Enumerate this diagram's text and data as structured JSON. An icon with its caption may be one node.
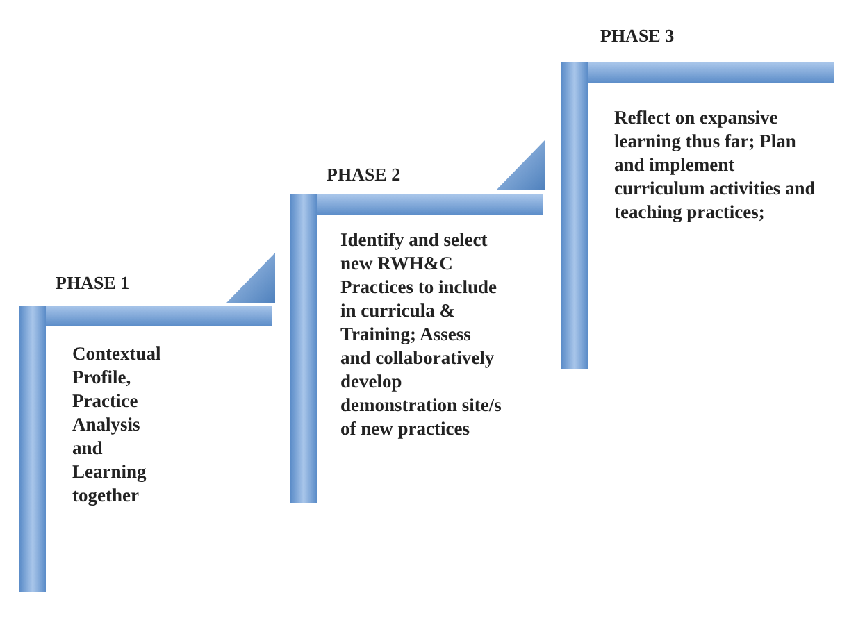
{
  "diagram": {
    "nodes": [
      {
        "text": [
          "PHASE 1",
          "Contextual Profile, Practice Analysis and Learning together"
        ]
      },
      {
        "text": [
          "PHASE 2",
          "Identify and select new RWH&C Practices to include in curricula & Training; Assess and collaboratively develop demonstration site/s of new practices"
        ]
      },
      {
        "text": [
          "PHASE 3",
          "Reflect on expansive learning thus far; Plan and implement curriculum activities and teaching practices;"
        ]
      }
    ]
  }
}
